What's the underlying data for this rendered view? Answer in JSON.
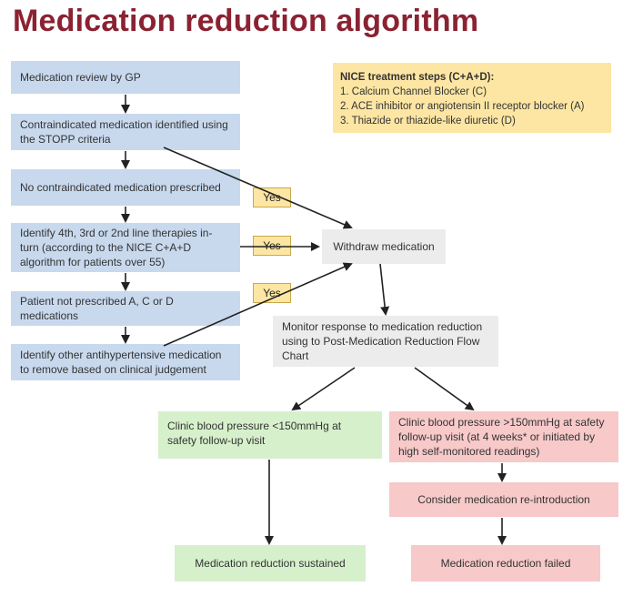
{
  "title": "Medication reduction algorithm",
  "left_boxes": [
    "Medication review by GP",
    "Contraindicated medication identified using the STOPP criteria",
    "No contraindicated medication prescribed",
    "Identify 4th, 3rd or 2nd line therapies in-turn (according to the NICE C+A+D algorithm for patients over 55)",
    "Patient not prescribed A, C or D medications",
    "Identify other antihypertensive medication to remove based on clinical judgement"
  ],
  "yes_labels": [
    "Yes",
    "Yes",
    "Yes"
  ],
  "withdraw": "Withdraw medication",
  "monitor": "Monitor response to medication reduction using to Post-Medication Reduction Flow Chart",
  "green_condition": "Clinic blood pressure <150mmHg at safety follow-up visit",
  "green_outcome": "Medication reduction sustained",
  "red_condition": "Clinic blood pressure >150mmHg at safety follow-up visit (at 4 weeks* or initiated by high self-monitored readings)",
  "red_action": "Consider medication re-introduction",
  "red_outcome": "Medication reduction failed",
  "nice": {
    "title": "NICE treatment steps (C+A+D):",
    "steps": [
      "1. Calcium Channel Blocker (C)",
      "2. ACE inhibitor or angiotensin II receptor blocker (A)",
      "3. Thiazide or thiazide-like diuretic (D)"
    ]
  },
  "colors": {
    "title": "#8b2232",
    "blue_box": "#c8d9ee",
    "grey_box": "#ececec",
    "green_box": "#d6f0cb",
    "red_box": "#f8c9c9",
    "yellow_box": "#fde6a3"
  }
}
